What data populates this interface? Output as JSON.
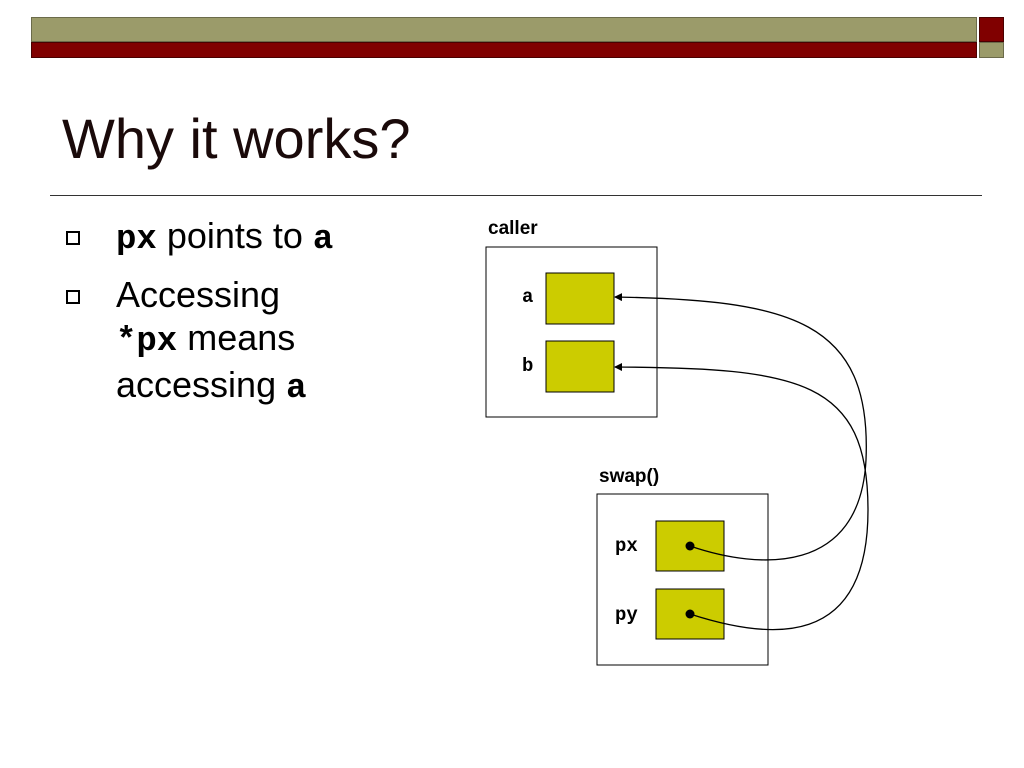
{
  "slide": {
    "title": "Why it works?",
    "bullets": [
      {
        "parts": [
          "px",
          " points to ",
          "a"
        ]
      },
      {
        "parts": [
          "Accessing",
          "*px",
          " means",
          "accessing ",
          "a"
        ]
      }
    ]
  },
  "diagram": {
    "caller_label": "caller",
    "swap_label": "swap()",
    "caller_vars": [
      "a",
      "b"
    ],
    "swap_vars": [
      "px",
      "py"
    ],
    "colors": {
      "cell_fill": "#cccc00",
      "band_olive": "#9b9b6a",
      "band_maroon": "#800000"
    }
  }
}
